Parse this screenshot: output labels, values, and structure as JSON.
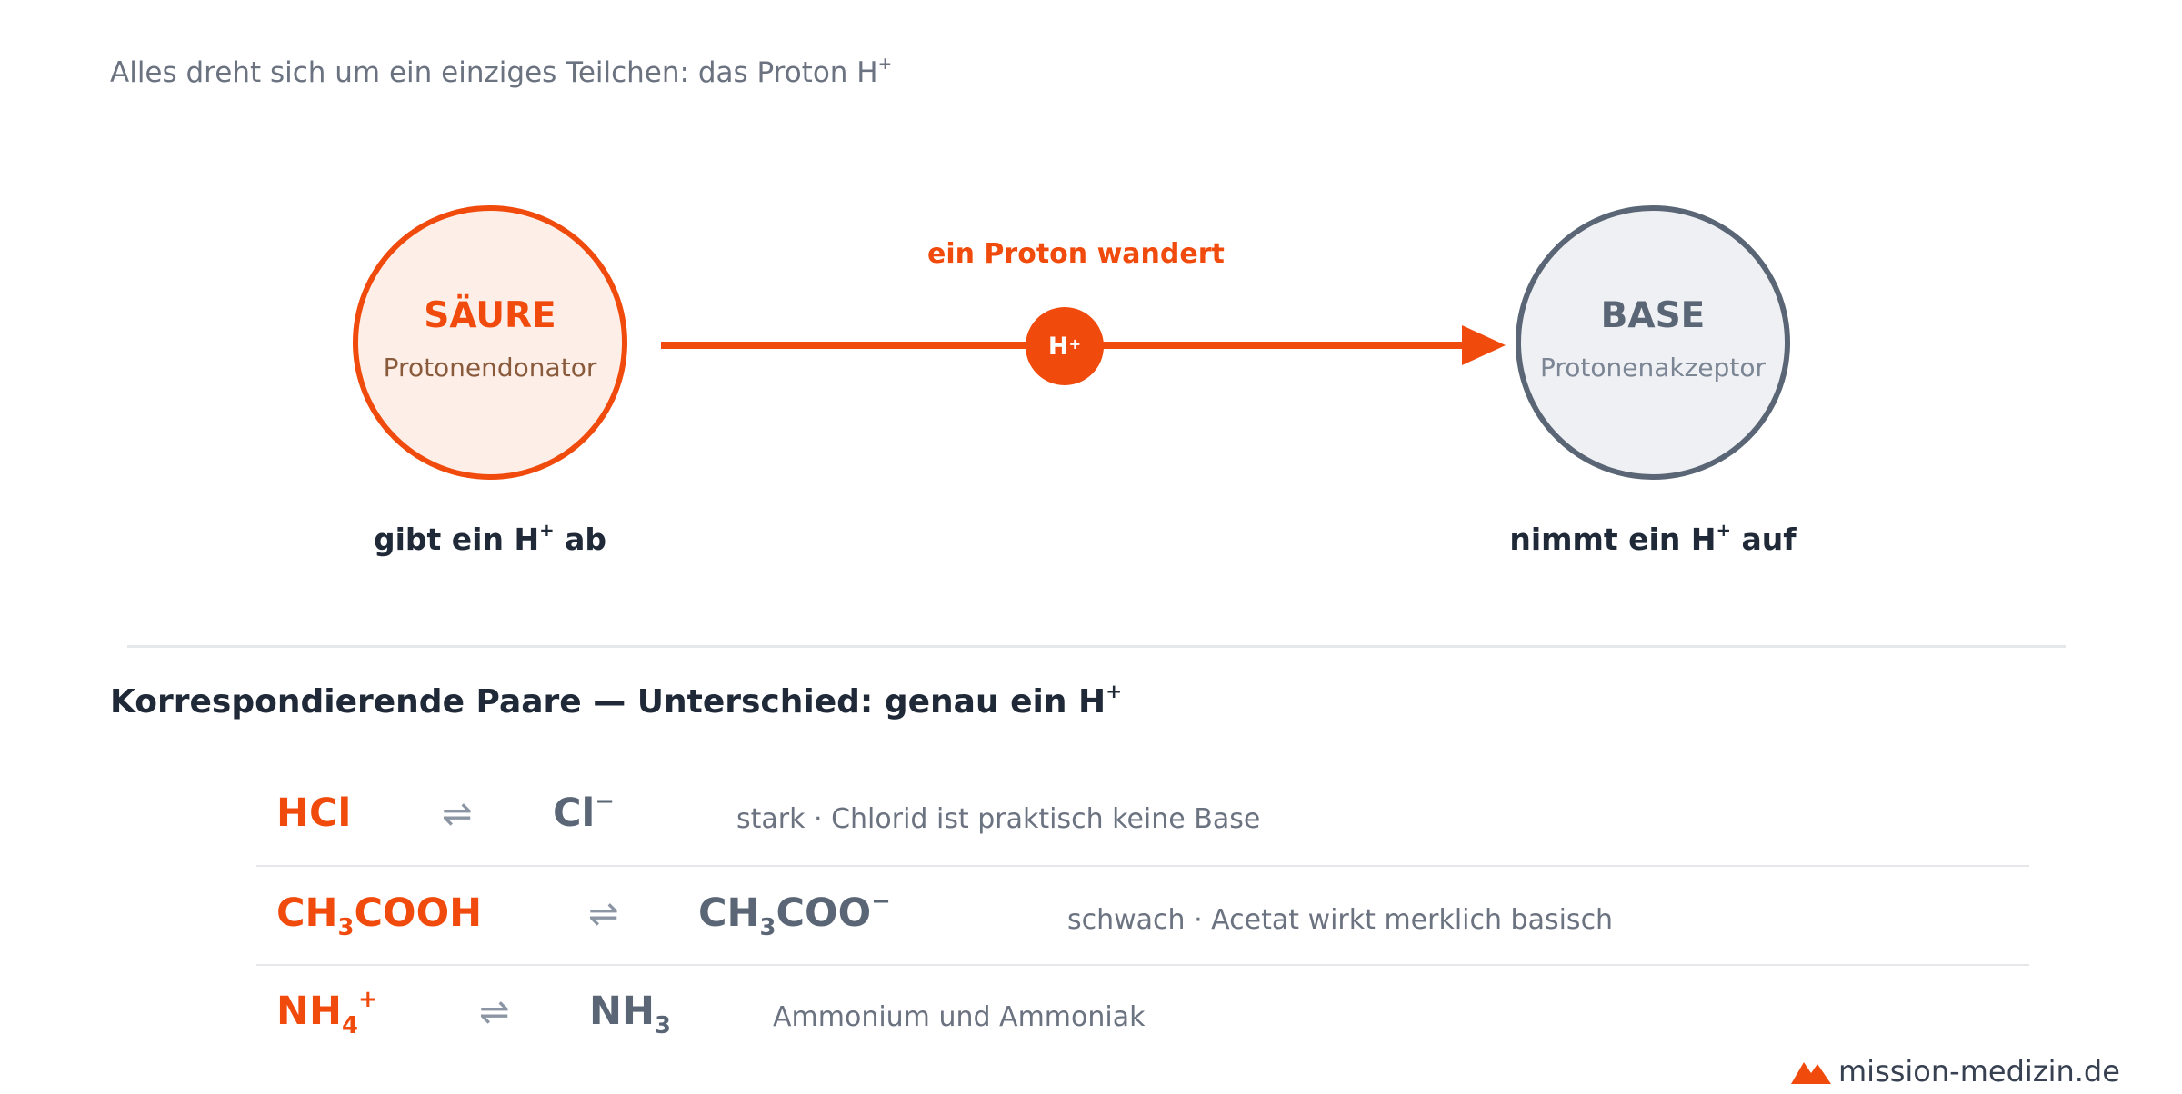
{
  "intro": {
    "text": "Alles dreht sich um ein einziges Teilchen: das Proton H",
    "sup": "+"
  },
  "acid": {
    "title": "SÄURE",
    "subtitle": "Protonendonator",
    "caption": "gibt ein H",
    "caption_sup": "+",
    "caption_end": " ab"
  },
  "base": {
    "title": "BASE",
    "subtitle": "Protonenakzeptor",
    "caption": "nimmt ein H",
    "caption_sup": "+",
    "caption_end": " auf"
  },
  "transfer": {
    "label": "ein Proton wandert",
    "proton": "H",
    "proton_sup": "+"
  },
  "pairs": {
    "heading": "Korrespondierende Paare — Unterschied: genau ein H",
    "heading_sup": "+",
    "equilibrium": "⇌",
    "rows": [
      {
        "acid": "HCl",
        "base": "Cl",
        "base_sup": "−",
        "note": "stark · Chlorid ist praktisch keine Base"
      },
      {
        "acid_a": "CH",
        "acid_sub": "3",
        "acid_b": "COOH",
        "base_a": "CH",
        "base_sub": "3",
        "base_b": "COO",
        "base_sup": "−",
        "note": "schwach · Acetat wirkt merklich basisch"
      },
      {
        "acid_a": "NH",
        "acid_sub": "4",
        "acid_sup": "+",
        "base_a": "NH",
        "base_sub": "3",
        "note": "Ammonium und Ammoniak"
      }
    ]
  },
  "brand": {
    "name": "mission-medizin.de"
  },
  "colors": {
    "accent": "#f04a0c",
    "base": "#5a6675",
    "text": "#1f2937",
    "muted": "#6b7280"
  }
}
